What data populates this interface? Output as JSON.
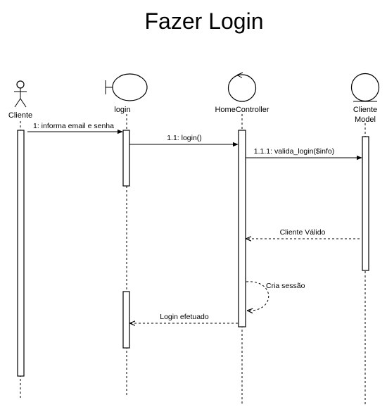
{
  "title": "Fazer Login",
  "participants": [
    {
      "kind": "actor",
      "label": "Cliente"
    },
    {
      "kind": "boundary",
      "label": "login"
    },
    {
      "kind": "control",
      "label": "HomeController"
    },
    {
      "kind": "entity",
      "label_line1": "Cliente",
      "label_line2": "Model"
    }
  ],
  "messages": [
    {
      "label": "1: informa email e senha",
      "kind": "sync"
    },
    {
      "label": "1.1: login()",
      "kind": "sync"
    },
    {
      "label": "1.1.1: valida_login($info)",
      "kind": "sync"
    },
    {
      "label": "Cliente Válido",
      "kind": "return"
    },
    {
      "label": "Cria sessão",
      "kind": "self-return"
    },
    {
      "label": "Login efetuado",
      "kind": "return"
    }
  ]
}
